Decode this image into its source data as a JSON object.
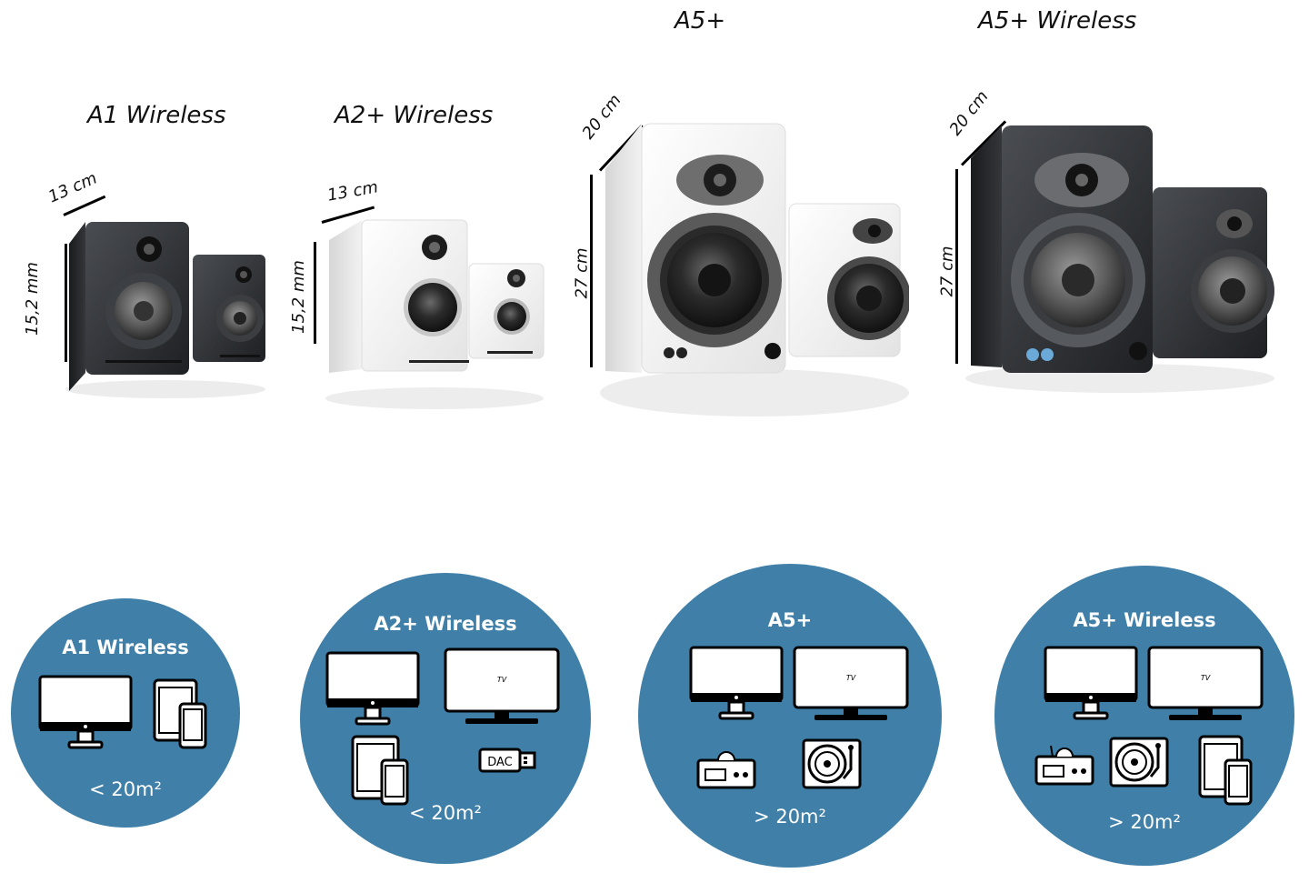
{
  "products": [
    {
      "title": "A1 Wireless",
      "width_label": "13 cm",
      "height_label": "15,2 mm"
    },
    {
      "title": "A2+ Wireless",
      "width_label": "13 cm",
      "height_label": "15,2 mm"
    },
    {
      "title": "A5+",
      "width_label": "20 cm",
      "height_label": "27 cm"
    },
    {
      "title": "A5+ Wireless",
      "width_label": "20 cm",
      "height_label": "27 cm"
    }
  ],
  "usage": [
    {
      "title": "A1 Wireless",
      "area": "< 20m²",
      "icons": [
        "monitor-icon",
        "tablet-phone-icon"
      ]
    },
    {
      "title": "A2+ Wireless",
      "area": "< 20m²",
      "icons": [
        "monitor-icon",
        "tv-icon",
        "tablet-phone-icon",
        "dac-icon"
      ]
    },
    {
      "title": "A5+",
      "area": "> 20m²",
      "icons": [
        "monitor-icon",
        "tv-icon",
        "receiver-icon",
        "turntable-icon"
      ]
    },
    {
      "title": "A5+ Wireless",
      "area": "> 20m²",
      "icons": [
        "monitor-icon",
        "tv-icon",
        "receiver-icon",
        "turntable-icon",
        "tablet-phone-icon"
      ]
    }
  ],
  "icon_labels": {
    "tv": "TV",
    "dac": "DAC"
  },
  "colors": {
    "circle": "#3f7fa8",
    "speaker_dark": "#2a2c30",
    "speaker_white": "#f4f4f4"
  }
}
